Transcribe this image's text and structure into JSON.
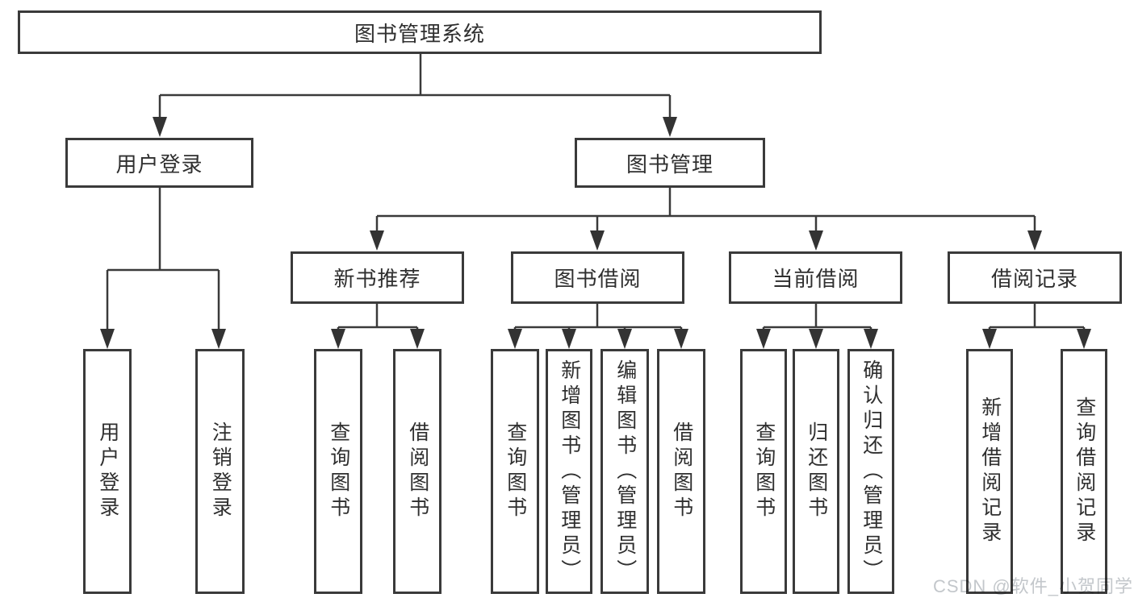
{
  "diagram": {
    "type": "tree",
    "title": "图书管理系统",
    "nodes": {
      "root": {
        "label": "图书管理系统"
      },
      "user_login": {
        "label": "用户登录"
      },
      "book_mgmt": {
        "label": "图书管理"
      },
      "new_book_rec": {
        "label": "新书推荐"
      },
      "book_borrow": {
        "label": "图书借阅"
      },
      "current_borrow": {
        "label": "当前借阅"
      },
      "borrow_records": {
        "label": "借阅记录"
      },
      "login_leaf": {
        "label": "用户登录"
      },
      "logout_leaf": {
        "label": "注销登录"
      },
      "rec_query_books": {
        "label": "查询图书"
      },
      "rec_borrow_books": {
        "label": "借阅图书"
      },
      "bb_query_books": {
        "label": "查询图书"
      },
      "bb_add_books": {
        "label": "新增图书（管理员）"
      },
      "bb_edit_books": {
        "label": "编辑图书（管理员）"
      },
      "bb_borrow_books": {
        "label": "借阅图书"
      },
      "cb_query_books": {
        "label": "查询图书"
      },
      "cb_return_books": {
        "label": "归还图书"
      },
      "cb_confirm_return": {
        "label": "确认归还（管理员）"
      },
      "br_add_record": {
        "label": "新增借阅记录"
      },
      "br_query_record": {
        "label": "查询借阅记录"
      }
    },
    "edges": [
      {
        "from": "root",
        "to": "user_login"
      },
      {
        "from": "root",
        "to": "book_mgmt"
      },
      {
        "from": "user_login",
        "to": "login_leaf"
      },
      {
        "from": "user_login",
        "to": "logout_leaf"
      },
      {
        "from": "book_mgmt",
        "to": "new_book_rec"
      },
      {
        "from": "book_mgmt",
        "to": "book_borrow"
      },
      {
        "from": "book_mgmt",
        "to": "current_borrow"
      },
      {
        "from": "book_mgmt",
        "to": "borrow_records"
      },
      {
        "from": "new_book_rec",
        "to": "rec_query_books"
      },
      {
        "from": "new_book_rec",
        "to": "rec_borrow_books"
      },
      {
        "from": "book_borrow",
        "to": "bb_query_books"
      },
      {
        "from": "book_borrow",
        "to": "bb_add_books"
      },
      {
        "from": "book_borrow",
        "to": "bb_edit_books"
      },
      {
        "from": "book_borrow",
        "to": "bb_borrow_books"
      },
      {
        "from": "current_borrow",
        "to": "cb_query_books"
      },
      {
        "from": "current_borrow",
        "to": "cb_return_books"
      },
      {
        "from": "current_borrow",
        "to": "cb_confirm_return"
      },
      {
        "from": "borrow_records",
        "to": "br_add_record"
      },
      {
        "from": "borrow_records",
        "to": "br_query_record"
      }
    ],
    "watermark": "CSDN @软件_小贺同学",
    "colors": {
      "line": "#3a3a3a",
      "box_border": "#3a3a3a",
      "box_fill": "#ffffff",
      "text": "#2f2f2f",
      "background": "#ffffff",
      "watermark": "#c3c7cb"
    }
  }
}
